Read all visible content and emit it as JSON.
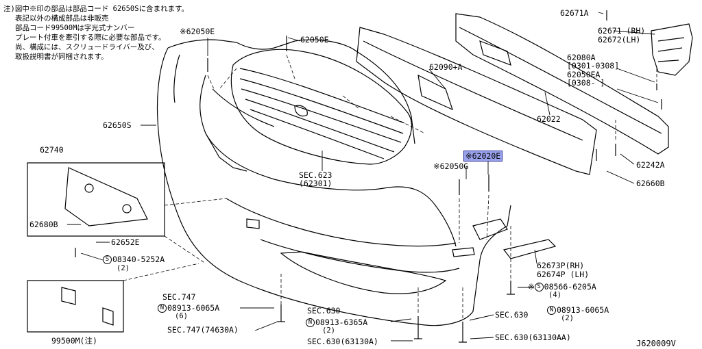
{
  "diagram_id": "J620009V",
  "note": {
    "lines": [
      "注)図中※印の部品は部品コード 62650Sに含まれます。",
      "表記以外の構成部品は非販売",
      "部品コード99500Mは字光式ナンバー",
      "プレート付車を牽引する際に必要な部品です。",
      "尚、構成には、スクリュードライバー及び、",
      "取扱説明書が同梱されます。"
    ]
  },
  "labels": {
    "p62050E_a": "※62050E",
    "p62050E_b": "62050E",
    "p62090A": "62090+A",
    "p62022": "62022",
    "p62650S": "62650S",
    "p62740": "62740",
    "p62680B": "62680B",
    "p62652E": "62652E",
    "s08340": "08340-5252A",
    "s08340_qty": "(2)",
    "p99500M": "99500M(注)",
    "sec623": "SEC.623",
    "sec623_sub": "(62301)",
    "p62020E": "※62020E",
    "p62050G": "※62050G",
    "p62671A": "62671A",
    "p62671": "62671 (RH)",
    "p62672": "62672(LH)",
    "p62080A": "62080A",
    "p62080A_range": "[0301-0308]",
    "p62050EA": "62050EA",
    "p62050EA_range": "[0308-    ]",
    "p62242A": "62242A",
    "p62660B": "62660B",
    "p62673P": "62673P(RH)",
    "p62674P": "62674P (LH)",
    "s08566": "08566-6205A",
    "s08566_qty": "(4)",
    "sec747": "SEC.747",
    "n08913_6065_l": "08913-6065A",
    "n08913_6065_l_qty": "(6)",
    "sec747_74630": "SEC.747(74630A)",
    "sec630_mid": "SEC.630",
    "n08913_6365": "08913-6365A",
    "n08913_6365_qty": "(2)",
    "sec630_63130A": "SEC.630(63130A)",
    "sec630_r": "SEC.630",
    "n08913_6065_r": "08913-6065A",
    "n08913_6065_r_qty": "(2)",
    "sec630_63130AA": "SEC.630(63130AA)"
  },
  "symbols": {
    "S": "S",
    "N": "N",
    "mark": "※"
  },
  "colors": {
    "highlight": "#9aa2ec",
    "line": "#000000"
  }
}
